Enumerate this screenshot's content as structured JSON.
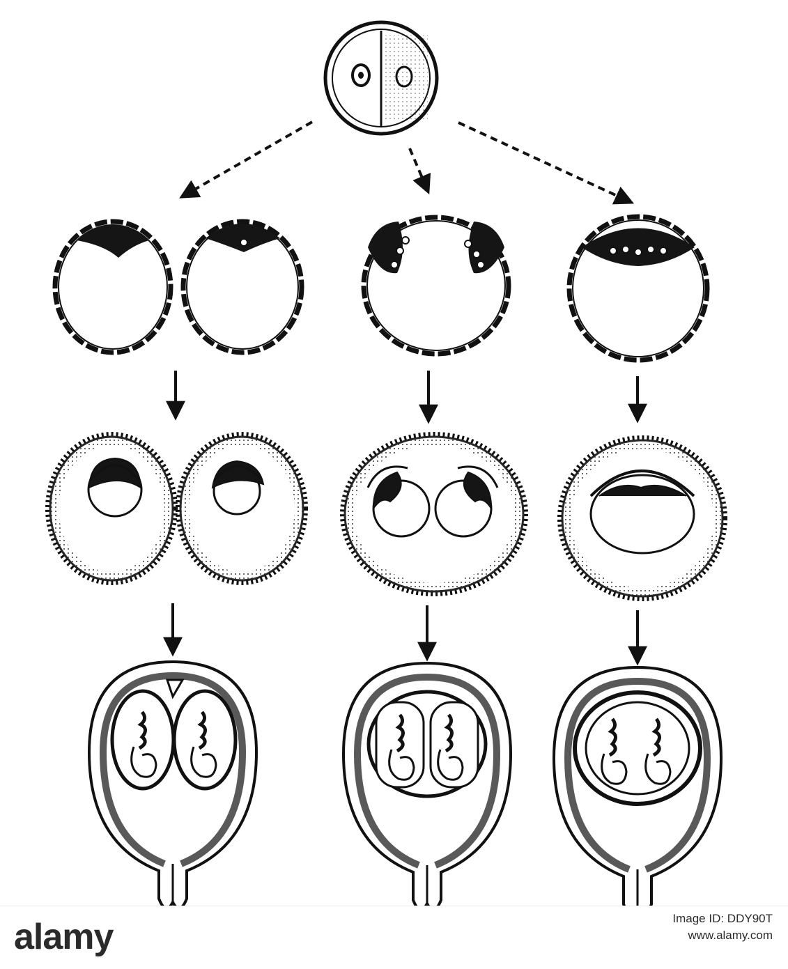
{
  "figure": {
    "columns": [
      {
        "id": "dichorionic-diamniotic",
        "embryos": 2,
        "separate_chorions": true
      },
      {
        "id": "monochorionic-diamniotic",
        "embryos": 2,
        "separate_chorions": false
      },
      {
        "id": "monochorionic-monoamniotic",
        "embryos": 2,
        "separate_chorions": false
      }
    ],
    "colors": {
      "ink": "#111111",
      "paper": "#ffffff",
      "stipple": "#2a2a2a"
    }
  },
  "footer": {
    "logo": "alamy",
    "image_id": "Image ID: DDY90T",
    "domain": "www.alamy.com"
  }
}
